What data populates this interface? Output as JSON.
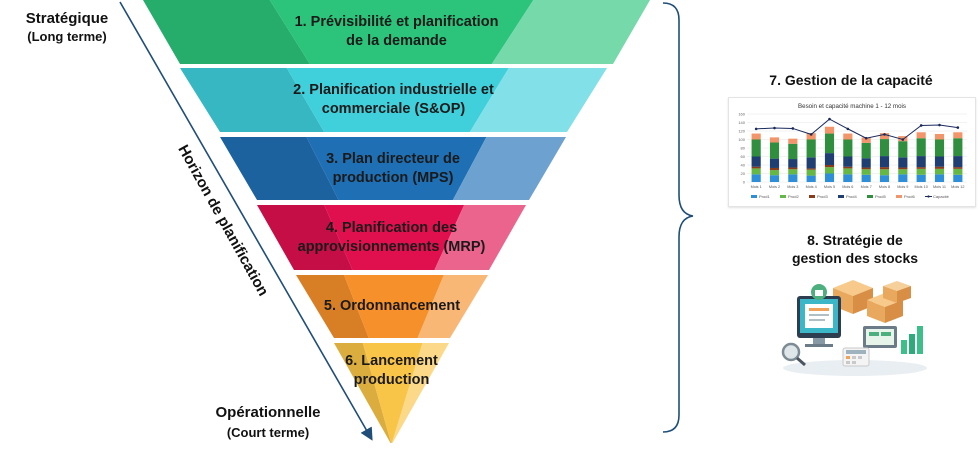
{
  "left": {
    "top_label_1": "Stratégique",
    "top_label_2": "(Long terme)",
    "bottom_label_1": "Opérationnelle",
    "bottom_label_2": "(Court terme)",
    "axis_label": "Horizon de planification"
  },
  "levels": [
    {
      "line1": "1. Prévisibilité et planification",
      "line2": "de la demande",
      "color": "#2bc47a"
    },
    {
      "line1": "2. Planification industrielle et",
      "line2": "commerciale (S&OP)",
      "color": "#3fd0dc"
    },
    {
      "line1": "3. Plan directeur de",
      "line2": "production (MPS)",
      "color": "#1f6fb5"
    },
    {
      "line1": "4. Planification des",
      "line2": "approvisionnements (MRP)",
      "color": "#e0104f"
    },
    {
      "line1": "5. Ordonnancement",
      "line2": "",
      "color": "#f6902a"
    },
    {
      "line1": "6. Lancement",
      "line2": "production",
      "color": "#f9c548"
    }
  ],
  "right": {
    "capacity_title": "7. Gestion de la capacité",
    "stock_title_1": "8. Stratégie de",
    "stock_title_2": "gestion des stocks"
  },
  "chart_data": {
    "type": "bar",
    "title": "Besoin et capacité machine 1 - 12 mois",
    "categories": [
      "Mois 1",
      "Mois 2",
      "Mois 3",
      "Mois 4",
      "Mois 5",
      "Mois 6",
      "Mois 7",
      "Mois 8",
      "Mois 9",
      "Mois 10",
      "Mois 11",
      "Mois 12"
    ],
    "yticks": [
      0,
      20,
      40,
      60,
      80,
      100,
      120,
      140,
      160
    ],
    "ylim": [
      0,
      160
    ],
    "series": [
      {
        "name": "Prod1",
        "color": "#2e8fd8",
        "values": [
          18,
          16,
          18,
          15,
          20,
          18,
          17,
          16,
          18,
          17,
          18,
          17
        ]
      },
      {
        "name": "Prod2",
        "color": "#63b846",
        "values": [
          14,
          12,
          12,
          14,
          15,
          14,
          13,
          14,
          12,
          14,
          13,
          14
        ]
      },
      {
        "name": "Prod3",
        "color": "#8a3b1a",
        "values": [
          4,
          5,
          4,
          3,
          5,
          4,
          4,
          5,
          4,
          4,
          5,
          4
        ]
      },
      {
        "name": "Prod4",
        "color": "#1f3f73",
        "values": [
          24,
          22,
          20,
          26,
          28,
          24,
          22,
          26,
          24,
          26,
          24,
          26
        ]
      },
      {
        "name": "Prod5",
        "color": "#2f8f3e",
        "values": [
          40,
          38,
          36,
          42,
          46,
          40,
          36,
          40,
          38,
          42,
          40,
          42
        ]
      },
      {
        "name": "Prod6",
        "color": "#f2956a",
        "values": [
          14,
          12,
          12,
          15,
          16,
          14,
          13,
          14,
          12,
          14,
          13,
          14
        ]
      }
    ],
    "line": {
      "name": "Capacité",
      "color": "#1a2a5c",
      "values": [
        125,
        127,
        126,
        112,
        148,
        125,
        103,
        112,
        100,
        133,
        134,
        128
      ]
    },
    "legend": [
      "Prod1",
      "Prod2",
      "Prod3",
      "Prod4",
      "Prod5",
      "Prod6",
      "Capacité"
    ]
  }
}
